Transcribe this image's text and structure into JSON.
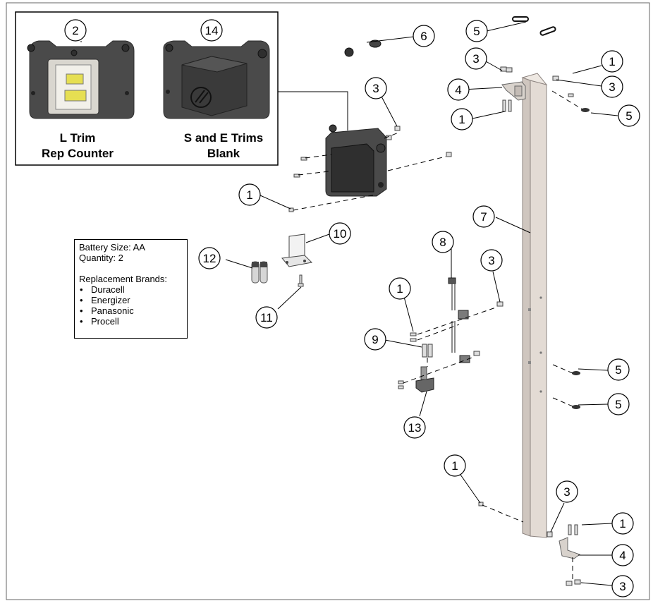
{
  "inset": {
    "left_title_line1": "L Trim",
    "left_title_line2": "Rep Counter",
    "right_title_line1": "S and E Trims",
    "right_title_line2": "Blank"
  },
  "battery_box": {
    "size": "Battery Size: AA",
    "quantity": "Quantity: 2",
    "brands_heading": "Replacement Brands:",
    "brands": [
      "Duracell",
      "Energizer",
      "Panasonic",
      "Procell"
    ]
  },
  "callouts": [
    "1",
    "2",
    "3",
    "4",
    "5",
    "6",
    "7",
    "8",
    "9",
    "10",
    "11",
    "12",
    "13",
    "14"
  ],
  "colors": {
    "housing": "#4a4a4a",
    "housing_dark": "#2f2f2f",
    "rail": "#e3dbd4",
    "rail_edge": "#8d8480",
    "yellow_label": "#e6df52",
    "line": "#000000"
  }
}
